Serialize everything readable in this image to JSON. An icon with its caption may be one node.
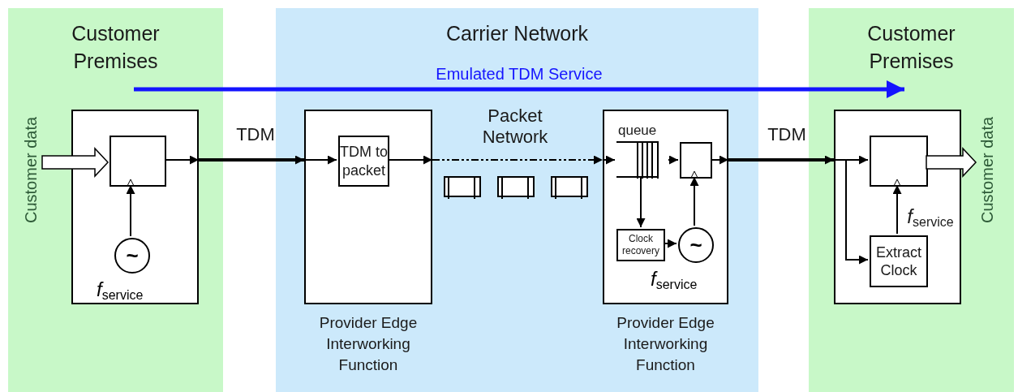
{
  "diagram": {
    "nodes": [
      {
        "text": [
          "Customer Premises"
        ]
      },
      {
        "text": [
          "Customer data"
        ],
        "in": 0
      },
      {
        "text": [],
        "shape": "box",
        "in": 0
      },
      {
        "text": [],
        "shape": "box",
        "in": 2
      },
      {
        "text": [
          "~"
        ],
        "beside": [
          "*f*$_{service}$"
        ],
        "in": 2
      },
      {
        "text": [
          "Carrier Network"
        ]
      },
      {
        "text": [
          "Provider Edge Interworking Function"
        ],
        "in": 5
      },
      {
        "text": [
          "TDM to packet"
        ],
        "in": 6
      },
      {
        "text": [
          "Provider Edge Interworking Function"
        ],
        "in": 5
      },
      {
        "text": [
          "queue"
        ],
        "in": 8
      },
      {
        "text": [],
        "shape": "box",
        "in": 8
      },
      {
        "text": [
          "Clock recovery"
        ],
        "in": 8
      },
      {
        "text": [
          "~"
        ],
        "beside": [
          "*f*$_{service}$"
        ],
        "in": 8
      },
      {
        "text": [
          "Customer Premises"
        ]
      },
      {
        "text": [],
        "shape": "box",
        "in": 13
      },
      {
        "text": [],
        "shape": "box",
        "in": 14
      },
      {
        "text": [
          "Extract Clock"
        ],
        "in": 14
      },
      {
        "text": [
          "Customer data"
        ],
        "in": 13
      }
    ],
    "edges": [
      {
        "from": 1,
        "to": 3,
        "arrow": "to",
        "style": "thick"
      },
      {
        "from": 3,
        "to": 2,
        "arrow": "to"
      },
      {
        "from": 2,
        "to": 6,
        "arrow": "to",
        "style": "thick",
        "label": "TDM"
      },
      {
        "from": 4,
        "to": 3,
        "arrow": "to"
      },
      {
        "from": 6,
        "to": 7,
        "arrow": "to"
      },
      {
        "from": 7,
        "to": 6,
        "arrow": "to"
      },
      {
        "from": 6,
        "to": 8,
        "arrow": "to",
        "style": "dashed",
        "label": "Packet Network"
      },
      {
        "from": 8,
        "to": 9,
        "arrow": "to"
      },
      {
        "from": 9,
        "to": 10,
        "arrow": "to"
      },
      {
        "from": 10,
        "to": 8,
        "arrow": "to"
      },
      {
        "from": 9,
        "to": 11,
        "arrow": "to"
      },
      {
        "from": 11,
        "to": 12,
        "arrow": "to"
      },
      {
        "from": 12,
        "to": 10,
        "arrow": "to"
      },
      {
        "from": 8,
        "to": 14,
        "arrow": "to",
        "style": "thick",
        "label": "TDM"
      },
      {
        "from": 14,
        "to": 15,
        "arrow": "to"
      },
      {
        "from": 14,
        "to": 16,
        "arrow": "to"
      },
      {
        "from": 16,
        "to": 15,
        "arrow": "to",
        "label": "*f*$_{service}$"
      },
      {
        "from": 15,
        "to": 17,
        "arrow": "to",
        "style": "thick"
      }
    ],
    "labels": [
      "Emulated TDM Service"
    ]
  }
}
